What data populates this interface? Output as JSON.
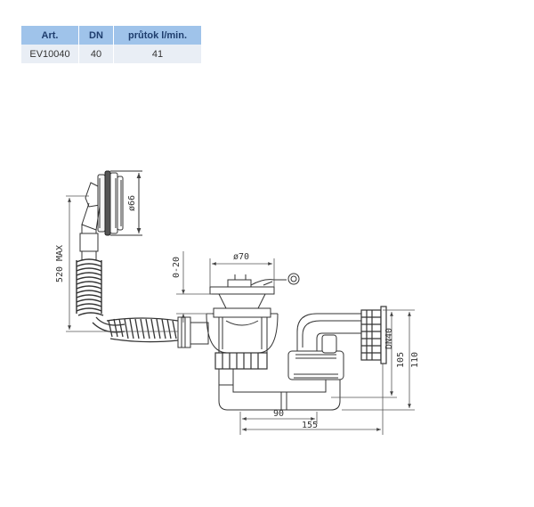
{
  "table": {
    "headers": {
      "art": "Art.",
      "dn": "DN",
      "flow": "průtok l/min."
    },
    "row": {
      "art": "EV10040",
      "dn": "40",
      "flow": "41"
    }
  },
  "drawing": {
    "dim_520": "520 MAX",
    "dim_66": "ø66",
    "dim_020": "0-20",
    "dim_70": "ø70",
    "dim_dn40": "DN40",
    "dim_105": "105",
    "dim_110": "110",
    "dim_90": "90",
    "dim_155": "155"
  }
}
